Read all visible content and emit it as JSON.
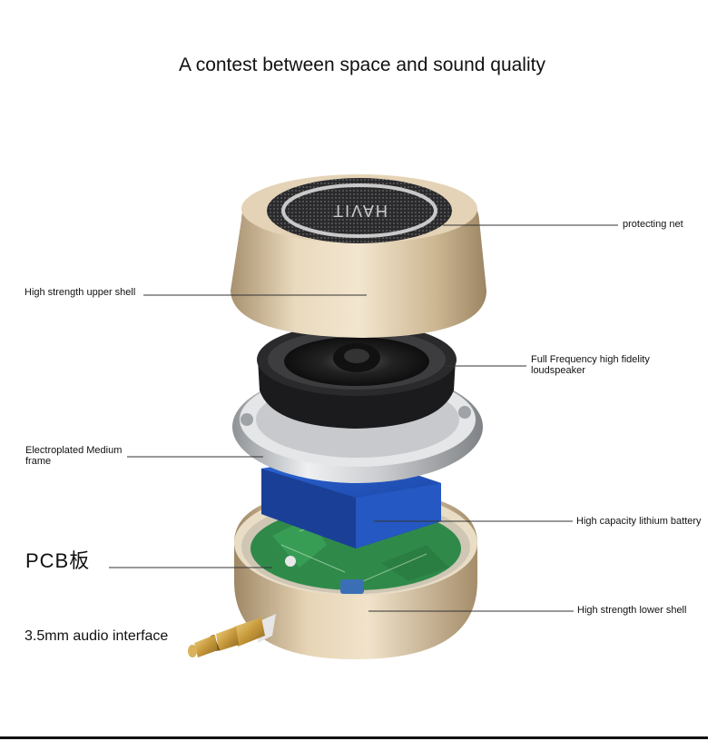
{
  "title": "A contest between space and sound quality",
  "labels": {
    "protecting_net": "protecting net",
    "upper_shell": "High strength upper shell",
    "loudspeaker": "Full Frequency high fidelity loudspeaker",
    "medium_frame": "Electroplated Medium frame",
    "battery": "High capacity lithium battery",
    "pcb": "PCB板",
    "lower_shell": "High strength lower shell",
    "audio_interface": "3.5mm audio interface"
  },
  "grille_logo": "HAVIT",
  "colors": {
    "shell_gold": "#d9c5a4",
    "battery_blue": "#2356c4",
    "pcb_green": "#2f8a4a",
    "frame_silver": "#c7c9cc",
    "speaker_black": "#1b1b1d"
  }
}
